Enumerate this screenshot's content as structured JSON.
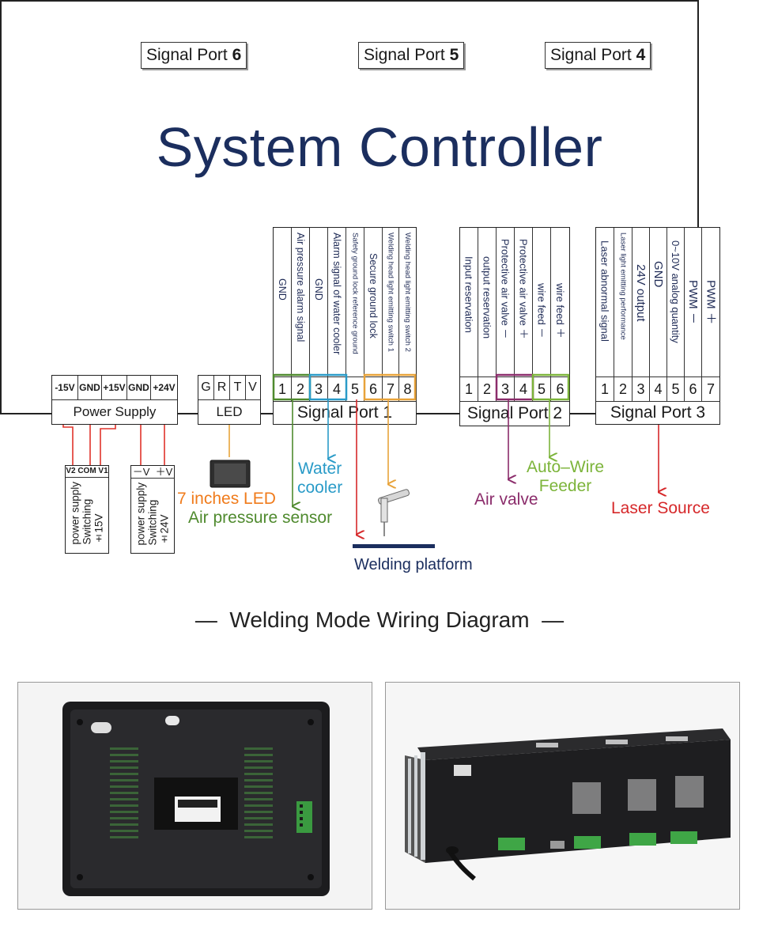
{
  "title": "System Controller",
  "top_ports": [
    {
      "label": "Signal Port",
      "num": "6"
    },
    {
      "label": "Signal Port",
      "num": "5"
    },
    {
      "label": "Signal Port",
      "num": "4"
    }
  ],
  "power_supply": {
    "name": "Power Supply",
    "pins": [
      "-15V",
      "GND",
      "+15V",
      "GND",
      "+24V"
    ]
  },
  "led": {
    "name": "LED",
    "pins": [
      "G",
      "R",
      "T",
      "V"
    ]
  },
  "port1": {
    "name": "Signal Port 1",
    "pins": [
      "1",
      "2",
      "3",
      "4",
      "5",
      "6",
      "7",
      "8"
    ],
    "signals": [
      "GND",
      "Air pressure alarm signal",
      "GND",
      "Alarm signal of water cooler",
      "Safety ground lock reference ground",
      "Secure ground lock",
      "Welding head light emitting switch 1",
      "Welding head light emitting switch 2"
    ]
  },
  "port2": {
    "name": "Signal Port 2",
    "pins": [
      "1",
      "2",
      "3",
      "4",
      "5",
      "6"
    ],
    "signals": [
      "Input reservation",
      "output reservation",
      "Protective air valve －",
      "Protective air valve ＋",
      "wire feed －",
      "wire feed ＋"
    ]
  },
  "port3": {
    "name": "Signal Port 3",
    "pins": [
      "1",
      "2",
      "3",
      "4",
      "5",
      "6",
      "7"
    ],
    "signals": [
      "Laser abnormal signal",
      "Laser light emitting performance",
      "24V output",
      "GND",
      "0~10V analog quantity",
      "PWM －",
      "PWM ＋"
    ]
  },
  "psu_15": {
    "terminals": "V2 COM V1",
    "lines": [
      "±15V",
      "Switching",
      "power supply"
    ]
  },
  "psu_24": {
    "terminals": "－V  ＋V",
    "lines": [
      "±24V",
      "Switching",
      "power supply"
    ]
  },
  "external": {
    "led_screen": "7 inches LED",
    "air_pressure": "Air pressure sensor",
    "water_cooler": [
      "Water",
      "cooler"
    ],
    "welding_platform": "Welding platform",
    "air_valve": "Air valve",
    "wire_feeder": [
      "Auto–Wire",
      "Feeder"
    ],
    "laser_source": "Laser Source"
  },
  "caption": "—  Welding Mode Wiring Diagram  —",
  "colors": {
    "title": "#1b2e5e",
    "power": "#e0342b",
    "led": "#e8a33a",
    "green": "#4f8a2e",
    "cyan": "#2a9bc8",
    "red": "#d6282a",
    "orange": "#e8a33a",
    "purple": "#8b2c6b",
    "lime": "#7cb43a"
  }
}
